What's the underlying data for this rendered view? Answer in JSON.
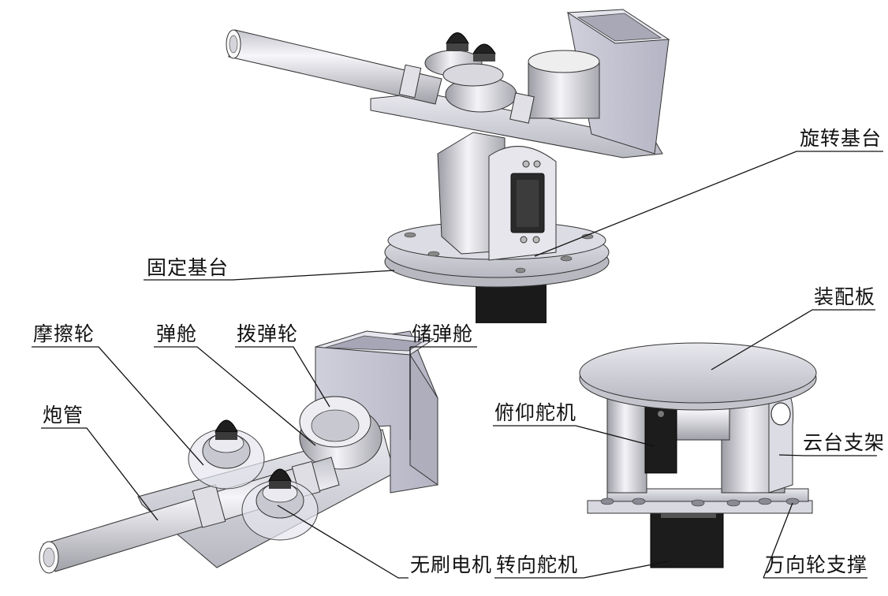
{
  "labels": {
    "rotating_base": "旋转基台",
    "fixed_base": "固定基台",
    "friction_wheel": "摩擦轮",
    "magazine": "弹舱",
    "feed_wheel": "拨弹轮",
    "storage_magazine": "储弹舱",
    "barrel": "炮管",
    "mount_plate": "装配板",
    "pitch_servo": "俯仰舵机",
    "gimbal_bracket": "云台支架",
    "brushless_motor": "无刷电机",
    "yaw_servo": "转向舵机",
    "caster_support": "万向轮支撑"
  }
}
